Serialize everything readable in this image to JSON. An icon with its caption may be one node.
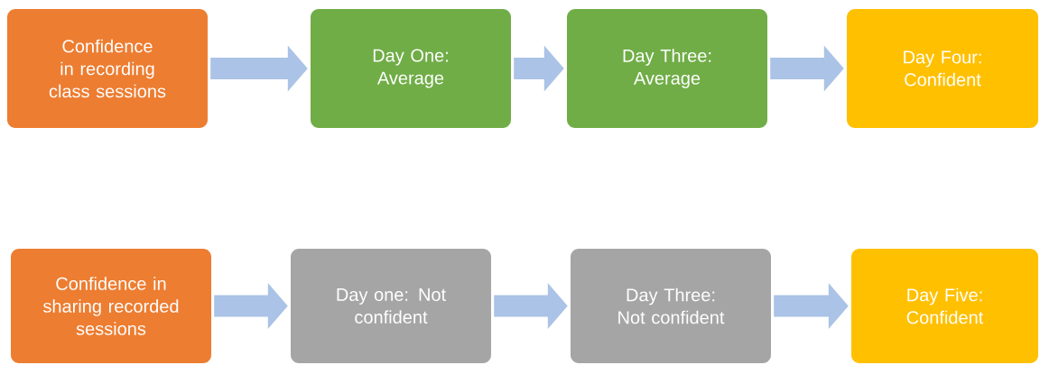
{
  "diagram": {
    "nodes": [
      {
        "text": [
          "Confidence in recording class sessions"
        ]
      },
      {
        "text": [
          "Day One: Average"
        ]
      },
      {
        "text": [
          "Day Three: Average"
        ]
      },
      {
        "text": [
          "Day Four: Confident"
        ]
      },
      {
        "text": [
          "Confidence in sharing recorded sessions"
        ]
      },
      {
        "text": [
          "Day one: Not confident"
        ]
      },
      {
        "text": [
          "Day Three: Not confident"
        ]
      },
      {
        "text": [
          "Day Five: Confident"
        ]
      }
    ],
    "edges": [
      {
        "from": 0,
        "to": 1,
        "arrow": "to"
      },
      {
        "from": 1,
        "to": 2,
        "arrow": "to"
      },
      {
        "from": 2,
        "to": 3,
        "arrow": "to"
      },
      {
        "from": 4,
        "to": 5,
        "arrow": "to"
      },
      {
        "from": 5,
        "to": 6,
        "arrow": "to"
      },
      {
        "from": 6,
        "to": 7,
        "arrow": "to"
      }
    ]
  }
}
